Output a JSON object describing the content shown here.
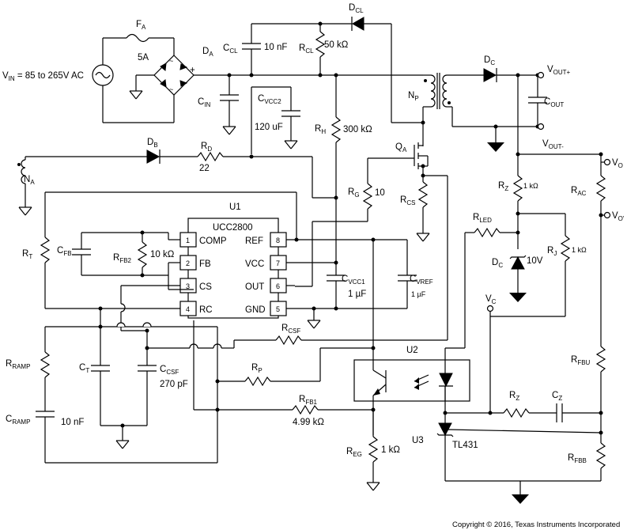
{
  "input": {
    "label_main": "V",
    "label_sub": "IN",
    "label_rest": " = 85 to 265V AC"
  },
  "fuse": {
    "name_main": "F",
    "name_sub": "A",
    "rating": "5A"
  },
  "bridge": {
    "name_main": "D",
    "name_sub": "A",
    "plus": "+",
    "minus": "-",
    "ac1": "~",
    "ac2": "~"
  },
  "cin": {
    "main": "C",
    "sub": "IN"
  },
  "ccl": {
    "main": "C",
    "sub": "CL",
    "value": "10 nF"
  },
  "rcl": {
    "main": "R",
    "sub": "CL",
    "value": "50 kΩ"
  },
  "dcl": {
    "main": "D",
    "sub": "CL"
  },
  "cvcc2": {
    "main": "C",
    "sub": "VCC2",
    "value": "120 uF"
  },
  "rh": {
    "main": "R",
    "sub": "H",
    "value": "300 kΩ"
  },
  "np": {
    "main": "N",
    "sub": "P"
  },
  "qa": {
    "main": "Q",
    "sub": "A"
  },
  "rg": {
    "main": "R",
    "sub": "G",
    "value": "10"
  },
  "rcs": {
    "main": "R",
    "sub": "CS"
  },
  "dc_out": {
    "main": "D",
    "sub": "C"
  },
  "vout_plus": {
    "main": "V",
    "sub": "OUT+"
  },
  "vout_minus": {
    "main": "V",
    "sub": "OUT-"
  },
  "cout": {
    "main": "C",
    "sub": "OUT"
  },
  "db": {
    "main": "D",
    "sub": "B"
  },
  "rd": {
    "main": "R",
    "sub": "D",
    "value": "22"
  },
  "na": {
    "main": "N",
    "sub": "A"
  },
  "u1": {
    "label": "U1",
    "part": "UCC2800",
    "pins_left": [
      {
        "num": "1",
        "name": "COMP"
      },
      {
        "num": "2",
        "name": "FB"
      },
      {
        "num": "3",
        "name": "CS"
      },
      {
        "num": "4",
        "name": "RC"
      }
    ],
    "pins_right": [
      {
        "num": "8",
        "name": "REF"
      },
      {
        "num": "7",
        "name": "VCC"
      },
      {
        "num": "6",
        "name": "OUT"
      },
      {
        "num": "5",
        "name": "GND"
      }
    ]
  },
  "rt": {
    "main": "R",
    "sub": "T"
  },
  "cfb": {
    "main": "C",
    "sub": "FB"
  },
  "rfb2": {
    "main": "R",
    "sub": "FB2",
    "value": "10 kΩ"
  },
  "cvcc1": {
    "main": "C",
    "sub": "VCC1",
    "value": "1 µF"
  },
  "cvref": {
    "main": "C",
    "sub": "VREF",
    "value": "1 µF"
  },
  "rcsf": {
    "main": "R",
    "sub": "CSF"
  },
  "rramp": {
    "main": "R",
    "sub": "RAMP"
  },
  "ct": {
    "main": "C",
    "sub": "T"
  },
  "ccsf": {
    "main": "C",
    "sub": "CSF",
    "value": "270 pF"
  },
  "cramp": {
    "main": "C",
    "sub": "RAMP",
    "value": "10 nF"
  },
  "rp": {
    "main": "R",
    "sub": "P"
  },
  "rfb1": {
    "main": "R",
    "sub": "FB1",
    "value": "4.99 kΩ"
  },
  "reg": {
    "main": "R",
    "sub": "EG",
    "value": "1 kΩ"
  },
  "u2": {
    "label": "U2"
  },
  "u3": {
    "label": "U3",
    "part": "TL431"
  },
  "vo": {
    "main": "V",
    "sub": "O"
  },
  "vo_prime": {
    "main": "V",
    "sub": "O'"
  },
  "rz_top": {
    "main": "R",
    "sub": "Z",
    "value": "1 kΩ"
  },
  "rac": {
    "main": "R",
    "sub": "AC"
  },
  "rled": {
    "main": "R",
    "sub": "LED"
  },
  "rj": {
    "main": "R",
    "sub": "J",
    "value": "1 kΩ"
  },
  "dc_zener": {
    "main": "D",
    "sub": "C",
    "value": "10V"
  },
  "vc": {
    "main": "V",
    "sub": "C"
  },
  "rfbu": {
    "main": "R",
    "sub": "FBU"
  },
  "rz_bot": {
    "main": "R",
    "sub": "Z"
  },
  "cz": {
    "main": "C",
    "sub": "Z"
  },
  "rfbb": {
    "main": "R",
    "sub": "FBB"
  },
  "copyright": "Copyright © 2016, Texas Instruments Incorporated"
}
